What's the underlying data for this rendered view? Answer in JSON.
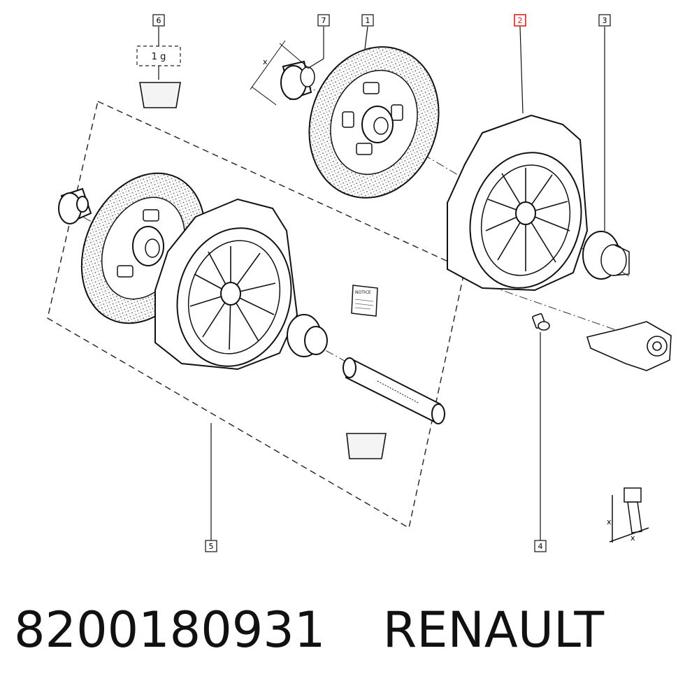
{
  "callouts": {
    "c1": "1",
    "c2": "2",
    "c3": "3",
    "c4": "4",
    "c5": "5",
    "c6": "6",
    "c7": "7"
  },
  "grease_quantity": "1 g",
  "dimension_label": "x",
  "notice_label": "NOTICE",
  "highlight_color": "#e02020",
  "footer": {
    "part_number": "8200180931",
    "brand": "RENAULT"
  }
}
